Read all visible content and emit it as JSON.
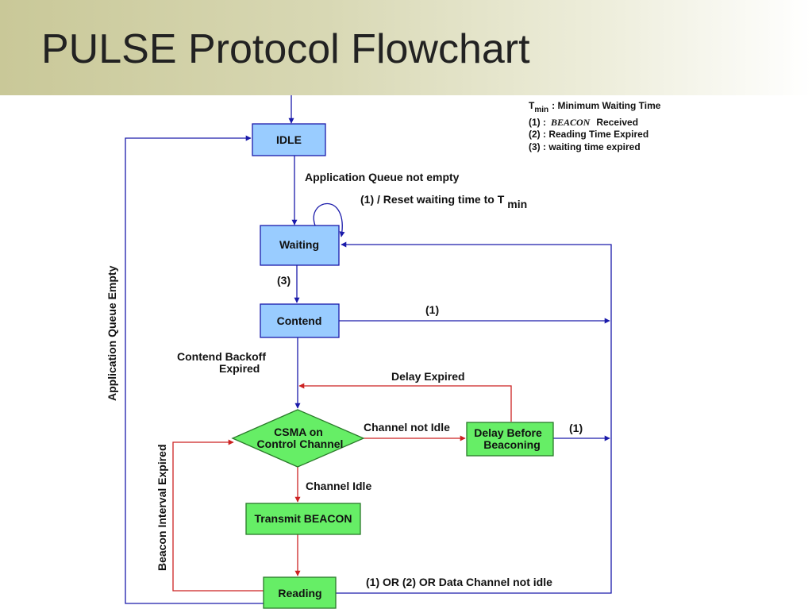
{
  "title": "PULSE Protocol Flowchart",
  "nodes": {
    "idle": "IDLE",
    "waiting": "Waiting",
    "contend": "Contend",
    "csma_line1": "CSMA on",
    "csma_line2": "Control Channel",
    "delay_line1": "Delay Before",
    "delay_line2": "Beaconing",
    "transmit": "Transmit BEACON",
    "reading": "Reading"
  },
  "edge_labels": {
    "app_queue_not_empty": "Application Queue not empty",
    "reset_waiting": "(1) / Reset waiting time to T",
    "reset_waiting_sub": "min",
    "waiting_to_contend": "(3)",
    "contend_to_right": "(1)",
    "backoff_line1": "Contend Backoff",
    "backoff_line2": "Expired",
    "delay_expired": "Delay Expired",
    "channel_not_idle": "Channel not Idle",
    "delay_to_right": "(1)",
    "channel_idle": "Channel Idle",
    "reading_to_waiting": "(1) OR (2) OR Data Channel not idle",
    "app_queue_empty": "Application Queue Empty",
    "beacon_interval": "Beacon Interval Expired"
  },
  "legend": {
    "tmin_t": "T",
    "tmin_sub": "min",
    "tmin_desc": ": Minimum Waiting Time",
    "item1_prefix": "(1) :",
    "item1_italic": "BEACON",
    "item1_suffix": "Received",
    "item2": "(2) : Reading Time Expired",
    "item3": "(3) :  waiting time expired"
  },
  "colors": {
    "blue_node": "#99ccff",
    "green_node": "#66ee66",
    "blue_line": "#1a1aaa",
    "red_line": "#cc2222"
  }
}
